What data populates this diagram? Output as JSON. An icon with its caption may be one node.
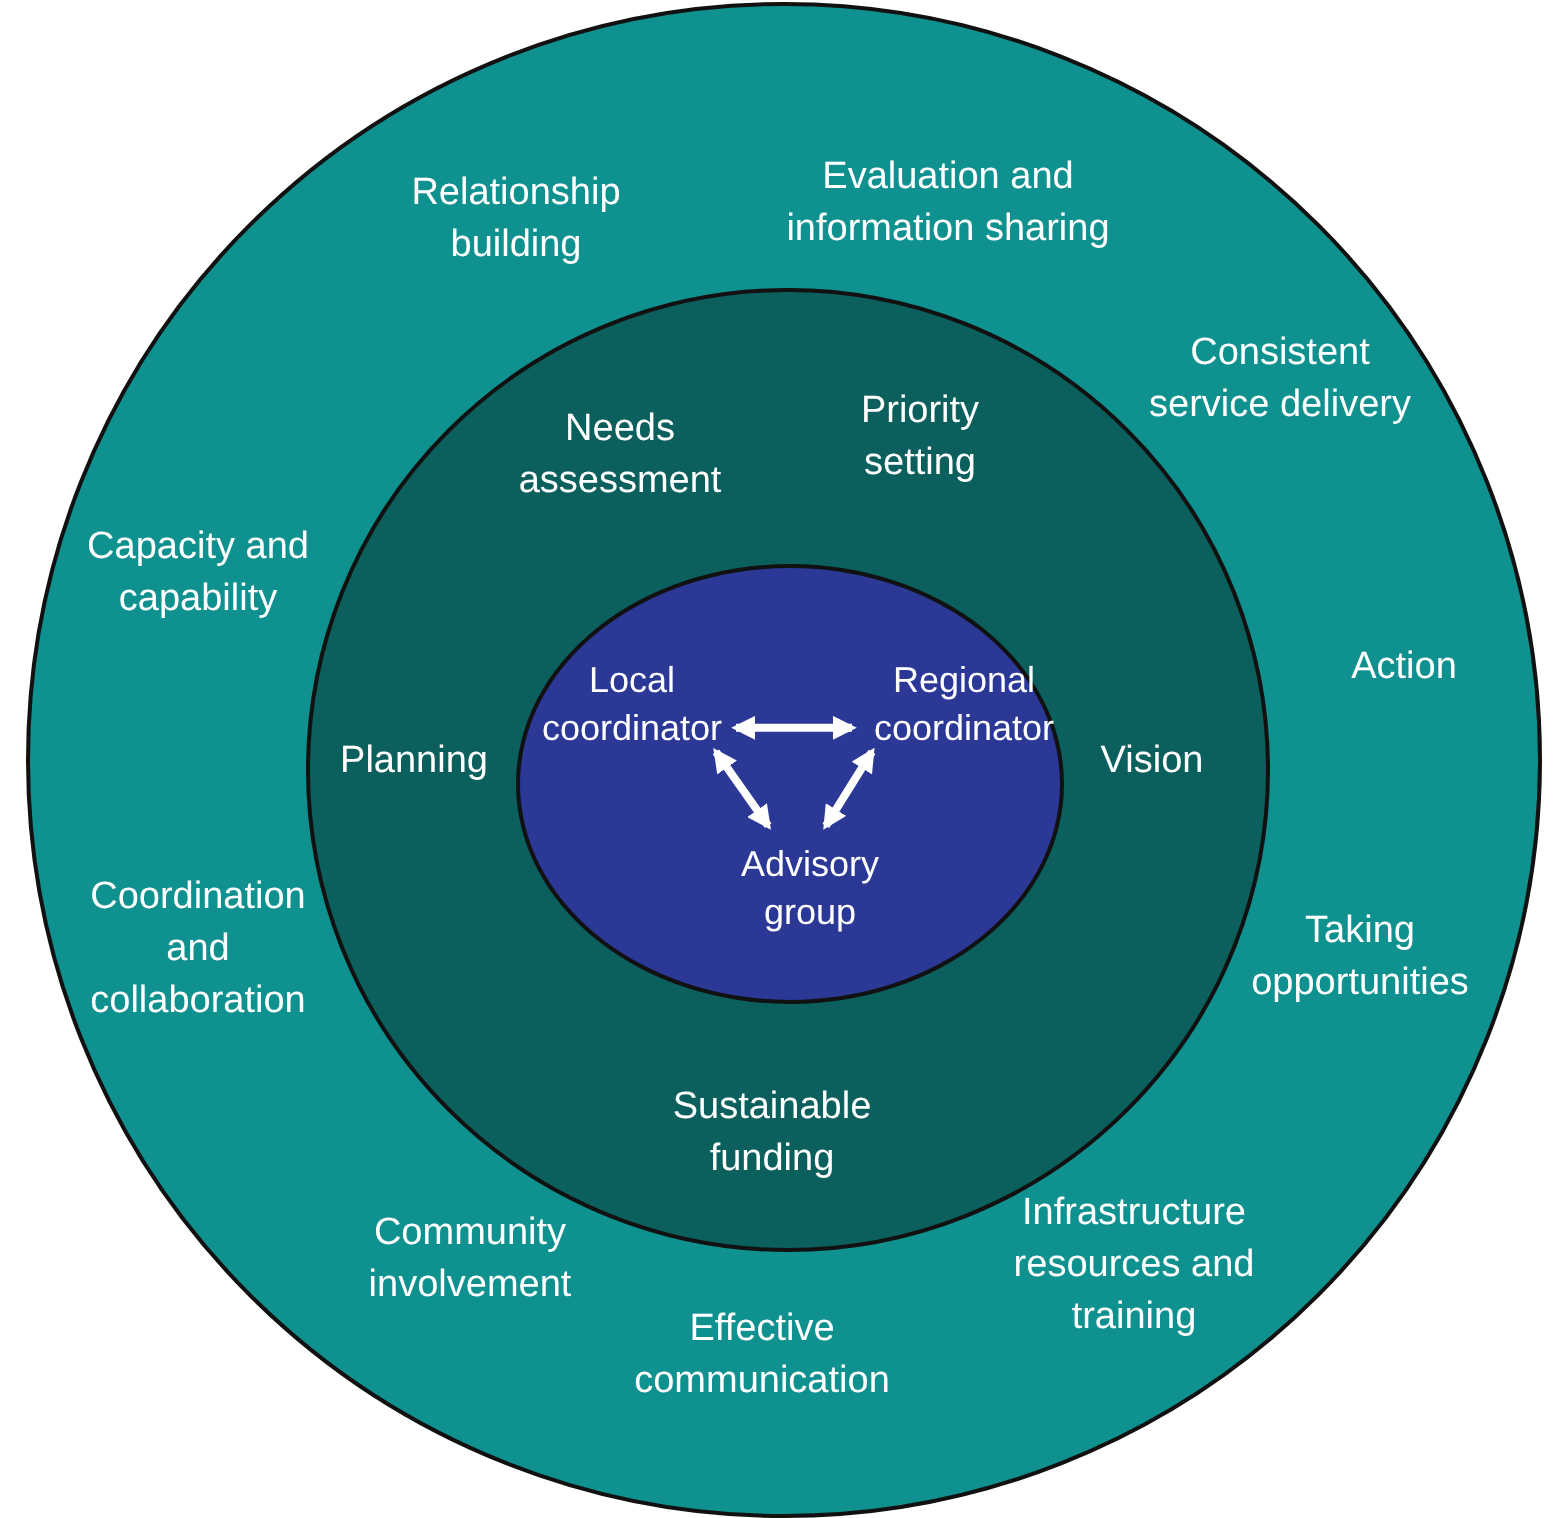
{
  "diagram": {
    "nodes": [
      {
        "text": [],
        "shape": "circle"
      },
      {
        "text": [],
        "shape": "circle",
        "in": 0
      },
      {
        "text": [],
        "shape": "circle",
        "in": 1
      },
      {
        "text": [
          "Local coordinator"
        ],
        "in": 2
      },
      {
        "text": [
          "Regional coordinator"
        ],
        "in": 2
      },
      {
        "text": [
          "Advisory group"
        ],
        "in": 2
      }
    ],
    "edges": [
      {
        "from": 3,
        "to": 4,
        "arrow": "both"
      },
      {
        "from": 3,
        "to": 5,
        "arrow": "both"
      },
      {
        "from": 4,
        "to": 5,
        "arrow": "both"
      }
    ],
    "labels": [
      "Evaluation and information sharing",
      "Relationship building",
      "Consistent service delivery",
      "Priority setting",
      "Needs assessment",
      "Capacity and capability",
      "Action",
      "Planning",
      "Vision",
      "Coordination and collaboration",
      "Taking opportunities",
      "Sustainable funding",
      "Community involvement",
      "Infrastructure resources and training",
      "Effective communication"
    ]
  }
}
